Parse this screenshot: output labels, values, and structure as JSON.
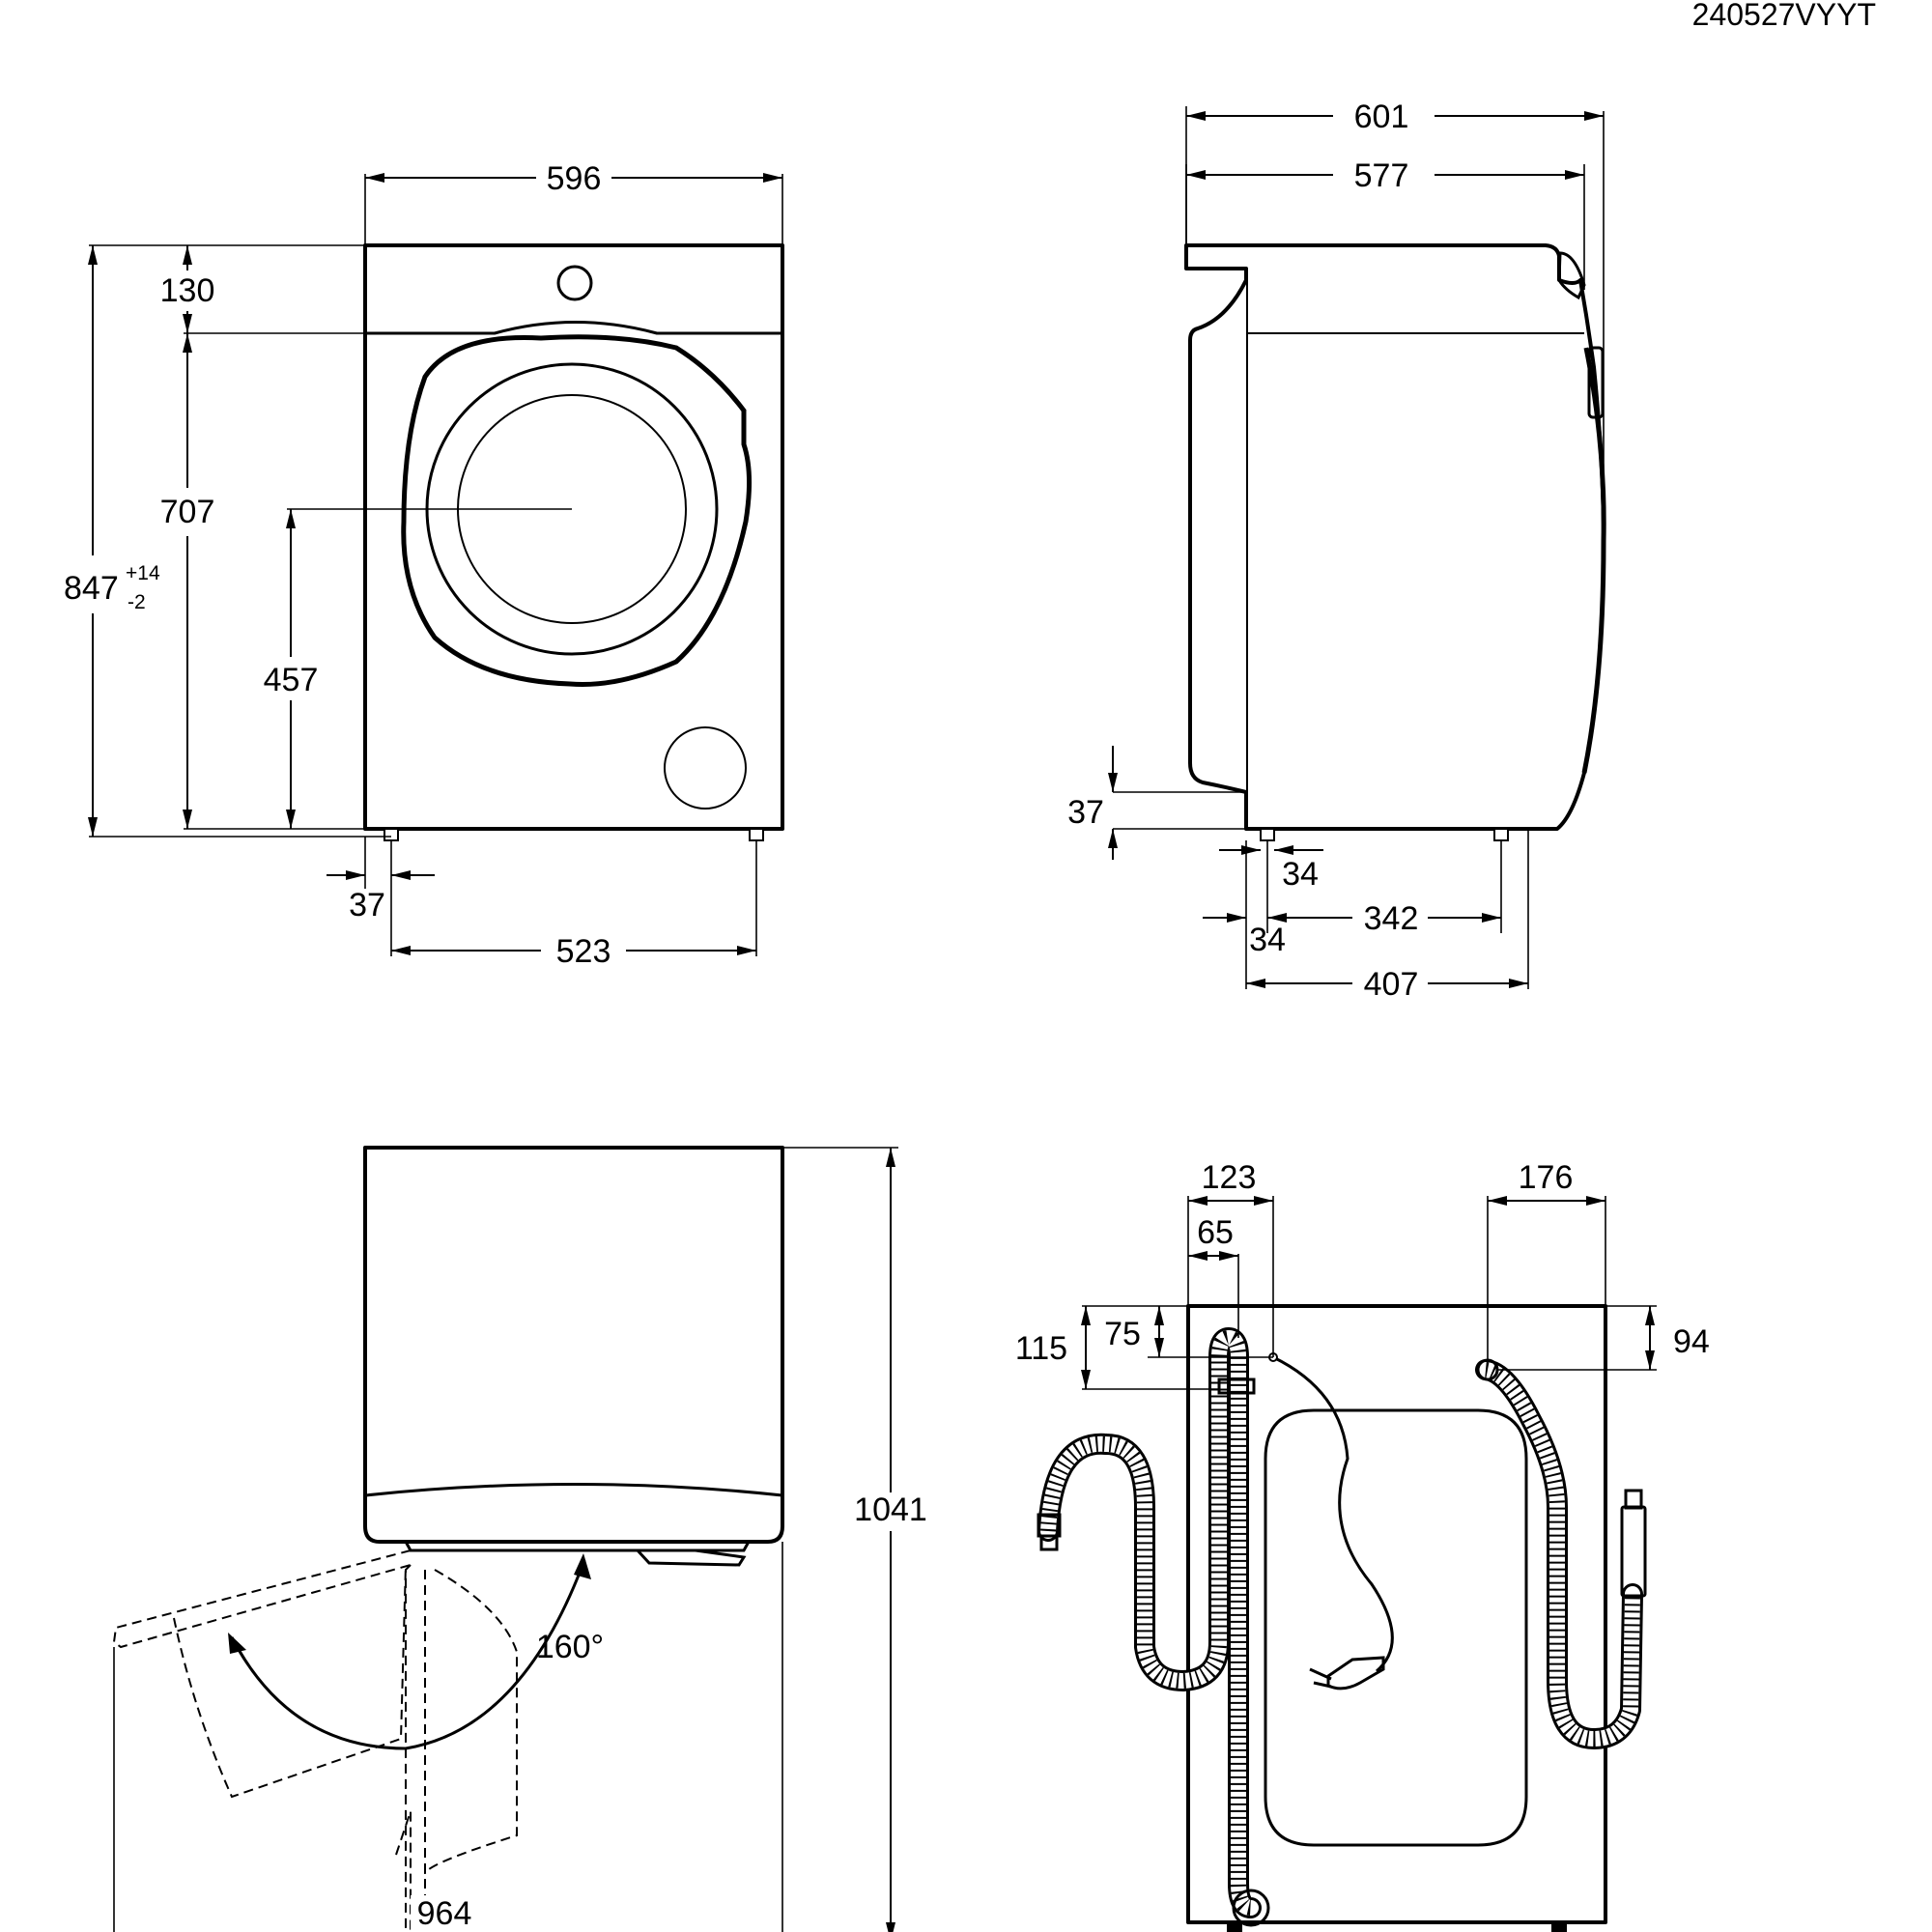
{
  "doc_code": "240527VYYT",
  "front_view": {
    "width_top": "596",
    "height_total": "847",
    "height_tolerance_plus": "+14",
    "height_tolerance_minus": "-2",
    "panel_height": "130",
    "body_height": "707",
    "door_center_height": "457",
    "foot_inset": "37",
    "foot_span": "523"
  },
  "side_view": {
    "depth_total": "601",
    "depth_body": "577",
    "plinth_height": "37",
    "foot_offset": "34",
    "foot_offset_front": "34",
    "foot_span": "342",
    "foot_base_depth": "407"
  },
  "top_view": {
    "depth_door_open": "1041",
    "width_door_open": "964",
    "door_angle": "160°"
  },
  "rear_view": {
    "drain_outer": "123",
    "drain_inner": "65",
    "drain_height_outer": "115",
    "drain_height_inner": "75",
    "inlet_width": "176",
    "inlet_height": "94"
  }
}
